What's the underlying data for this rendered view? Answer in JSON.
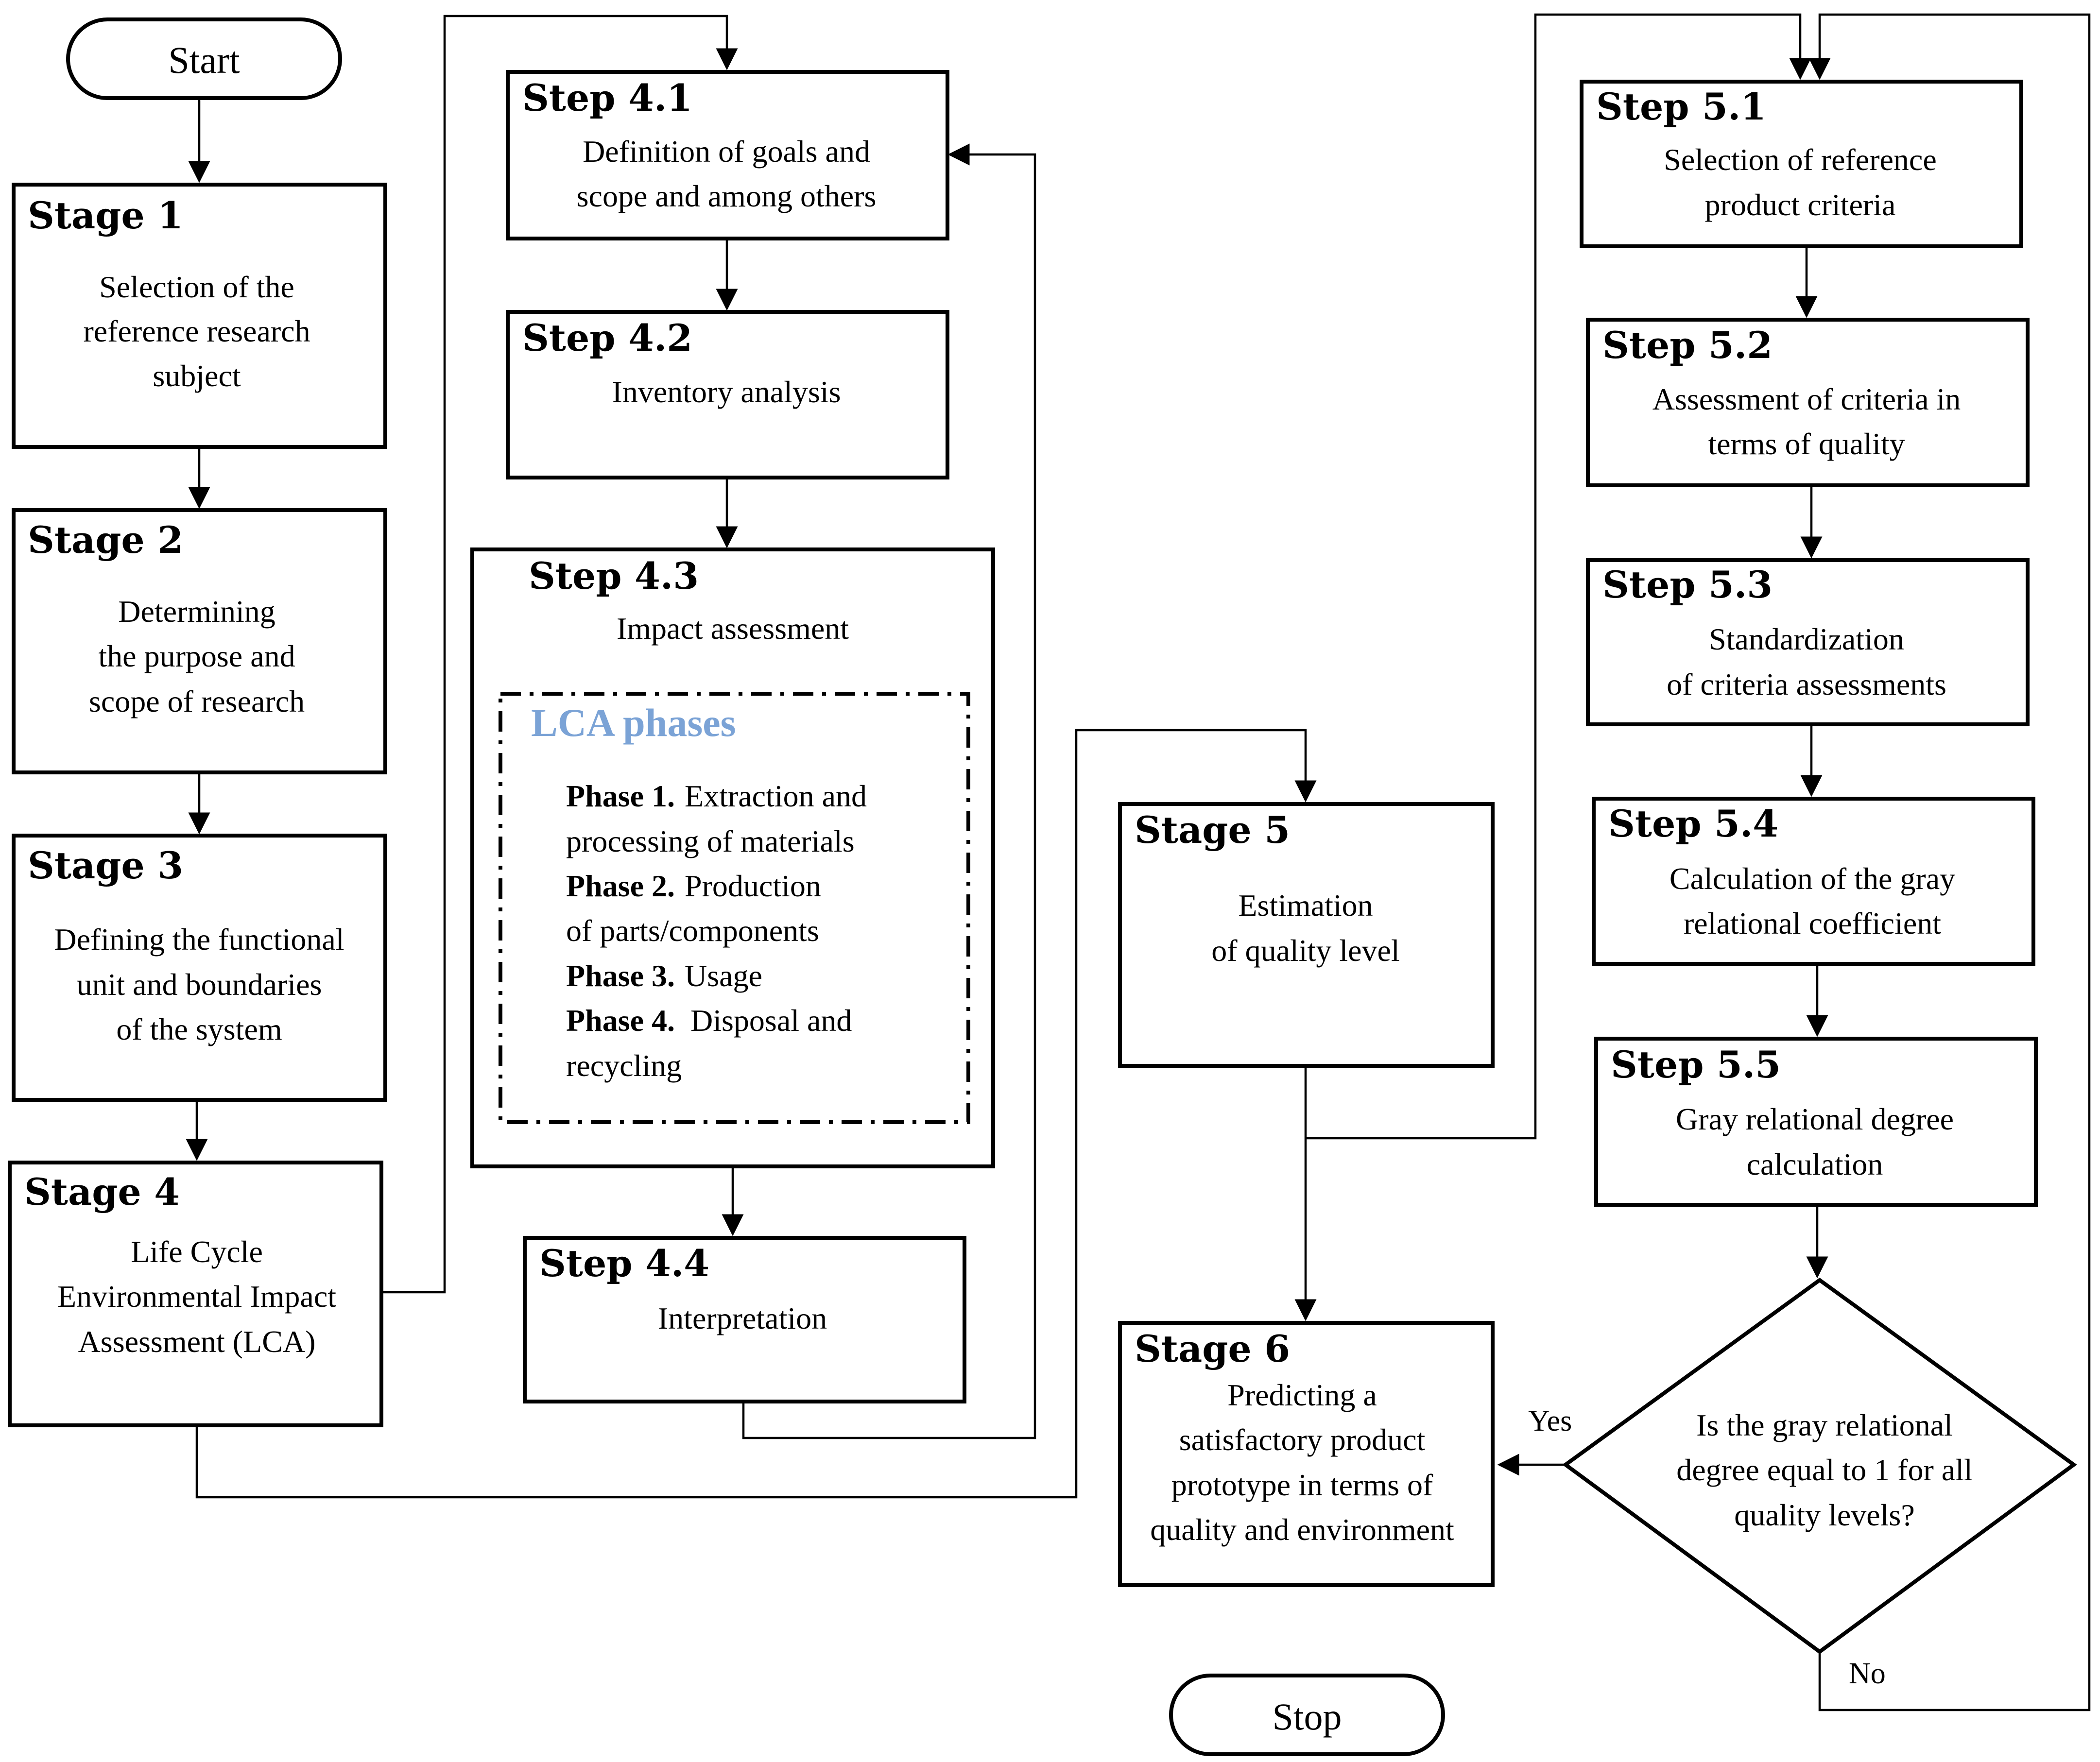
{
  "terminals": {
    "start": "Start",
    "stop": "Stop"
  },
  "stages": {
    "s1": {
      "title": "Stage 1",
      "lines": [
        "Selection of the",
        "reference research",
        "subject"
      ]
    },
    "s2": {
      "title": "Stage 2",
      "lines": [
        "Determining",
        "the purpose and",
        "scope of research"
      ]
    },
    "s3": {
      "title": "Stage 3",
      "lines": [
        "Defining the functional",
        "unit and boundaries",
        "of the system"
      ]
    },
    "s4": {
      "title": "Stage 4",
      "lines": [
        "Life Cycle",
        "Environmental Impact",
        "Assessment (LCA)"
      ]
    },
    "s5": {
      "title": "Stage 5",
      "lines": [
        "Estimation",
        "of quality level"
      ]
    },
    "s6": {
      "title": "Stage 6",
      "lines": [
        "Predicting a",
        "satisfactory product",
        "prototype in terms of",
        "quality and environment"
      ]
    }
  },
  "steps4": {
    "s41": {
      "title": "Step 4.1",
      "lines": [
        "Definition of goals and",
        "scope and among others"
      ]
    },
    "s42": {
      "title": "Step 4.2",
      "lines": [
        "Inventory analysis"
      ]
    },
    "s43": {
      "title": "Step 4.3",
      "lines": [
        "Impact assessment"
      ]
    },
    "s44": {
      "title": "Step 4.4",
      "lines": [
        "Interpretation"
      ]
    }
  },
  "lca_phases": {
    "title": "LCA phases",
    "phases": [
      {
        "label": "Phase 1.",
        "text": [
          "Extraction and",
          "processing of materials"
        ]
      },
      {
        "label": "Phase 2.",
        "text": [
          "Production",
          "of parts/components"
        ]
      },
      {
        "label": "Phase 3.",
        "text": [
          "Usage"
        ]
      },
      {
        "label": "Phase  4.",
        "text": [
          "Disposal  and",
          "recycling"
        ]
      }
    ]
  },
  "steps5": {
    "s51": {
      "title": "Step 5.1",
      "lines": [
        "Selection of reference",
        "product criteria"
      ]
    },
    "s52": {
      "title": "Step 5.2",
      "lines": [
        "Assessment of criteria in",
        "terms of quality"
      ]
    },
    "s53": {
      "title": "Step 5.3",
      "lines": [
        "Standardization",
        "of criteria assessments"
      ]
    },
    "s54": {
      "title": "Step 5.4",
      "lines": [
        "Calculation of the gray",
        "relational coefficient"
      ]
    },
    "s55": {
      "title": "Step 5.5",
      "lines": [
        "Gray relational degree",
        "calculation"
      ]
    }
  },
  "decision": {
    "lines": [
      "Is the gray relational",
      "degree equal to 1 for all",
      "quality levels?"
    ],
    "yes": "Yes",
    "no": "No"
  }
}
